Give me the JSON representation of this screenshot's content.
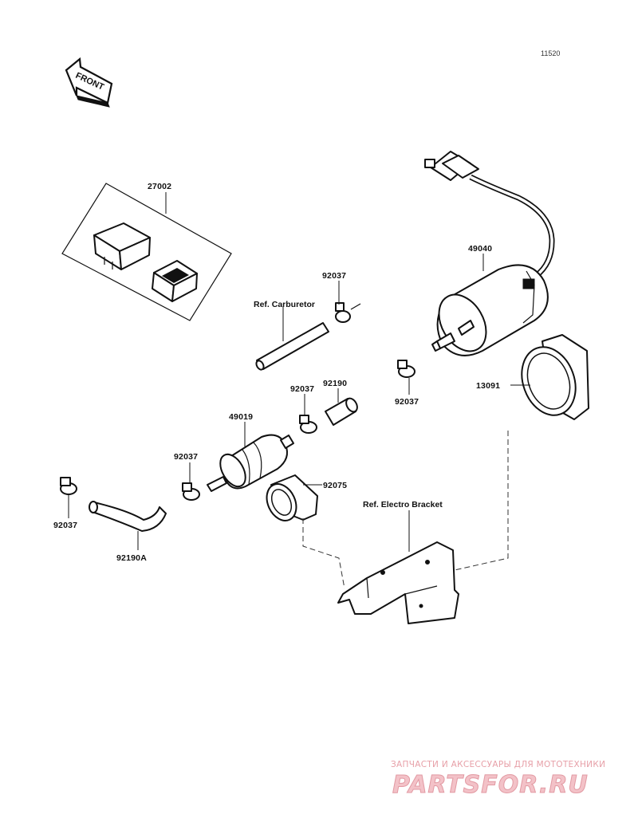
{
  "drawing_code": "11520",
  "front_label": "FRONT",
  "parts": {
    "p27002": "27002",
    "p49040": "49040",
    "p13091": "13091",
    "p49019": "49019",
    "p92075": "92075",
    "p92190": "92190",
    "p92190a": "92190A",
    "clamp_1": "92037",
    "clamp_2": "92037",
    "clamp_3": "92037",
    "clamp_4": "92037",
    "clamp_5": "92037"
  },
  "refs": {
    "carburetor": "Ref. Carburetor",
    "bracket": "Ref. Electro Bracket"
  },
  "watermark": {
    "tagline": "ЗАПЧАСТИ И АКСЕССУАРЫ ДЛЯ МОТОТЕХНИКИ",
    "brand": "PARTSFOR.RU"
  }
}
